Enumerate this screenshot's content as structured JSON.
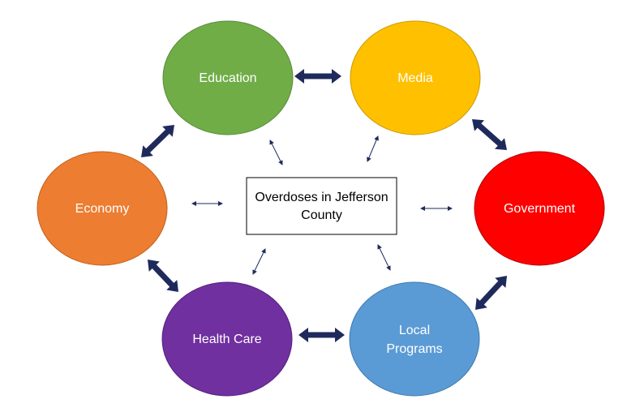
{
  "center": {
    "line1": "Overdoses in Jefferson",
    "line2": "County"
  },
  "nodes": [
    {
      "id": "education",
      "label": "Education",
      "color": "#70ad47"
    },
    {
      "id": "media",
      "label": "Media",
      "color": "#ffc000"
    },
    {
      "id": "government",
      "label": "Government",
      "color": "#ff0000"
    },
    {
      "id": "local-programs",
      "label_line1": "Local",
      "label_line2": "Programs",
      "color": "#5b9bd5"
    },
    {
      "id": "health-care",
      "label": "Health Care",
      "color": "#7030a0"
    },
    {
      "id": "economy",
      "label": "Economy",
      "color": "#ed7d31"
    }
  ],
  "colors": {
    "thick_arrow": "#1f2a5c",
    "thin_arrow": "#1f2a5c",
    "center_border": "#000000"
  }
}
